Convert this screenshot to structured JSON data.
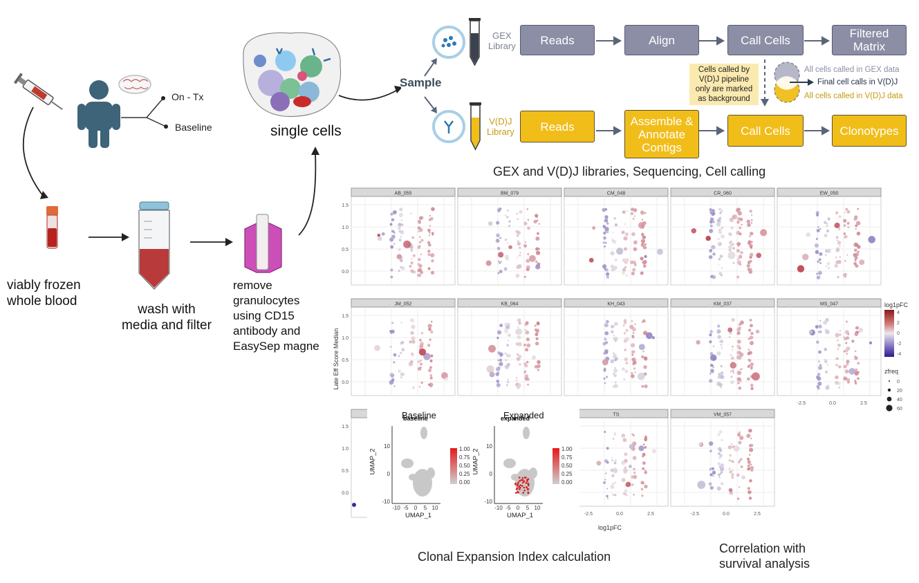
{
  "left_workflow": {
    "on_tx_label": "On - Tx",
    "baseline_label": "Baseline",
    "frozen_blood_label": [
      "viably frozen",
      "whole blood"
    ],
    "wash_label": [
      "wash with",
      "media and filter"
    ],
    "granulocyte_label": [
      "remove",
      "granulocytes",
      "using CD15",
      "antibody and",
      "EasySep magne"
    ],
    "single_cells_label": "single cells",
    "sample_label": "Sample"
  },
  "pipeline": {
    "gex_library_label": [
      "GEX",
      "Library"
    ],
    "vdj_library_label": [
      "V(D)J",
      "Library"
    ],
    "gex_steps": [
      "Reads",
      "Align",
      "Call Cells",
      "Filtered Matrix"
    ],
    "vdj_steps": [
      "Reads",
      "Assemble & Annotate Contigs",
      "Call Cells",
      "Clonotypes"
    ],
    "background_note": [
      "Cells called by",
      "V(D)J pipeline",
      "only are marked",
      "as background"
    ],
    "venn_labels": {
      "gex": "All cells called in GEX data",
      "final": "Final cell calls in V(D)J",
      "vdj": "All cells called in V(D)J data"
    },
    "colors": {
      "gex": "#8c8ea6",
      "vdj": "#f1bd18",
      "note_bg": "#fbeab0"
    },
    "caption": "GEX and V(D)J libraries, Sequencing, Cell calling"
  },
  "facet_plot": {
    "panels_row1": [
      "AB_055",
      "BM_079",
      "CM_048",
      "CR_060",
      "EW_050"
    ],
    "panels_row2": [
      "JM_052",
      "KB_064",
      "KH_043",
      "KM_037",
      "MS_047"
    ],
    "panels_row3": [
      "TS",
      "VM_057"
    ],
    "y_ticks": [
      "1.5",
      "1.0",
      "0.5",
      "0.0"
    ],
    "x_ticks": [
      "-2.5",
      "0.0",
      "2.5"
    ],
    "y_axis_label": "Late Eff Score Median",
    "x_axis_label": "log1pFC",
    "color_legend_title": "log1pFC",
    "color_legend_ticks": [
      "4",
      "2",
      "0",
      "-2",
      "-4"
    ],
    "size_legend_title": "zfreq",
    "size_legend_ticks": [
      "0",
      "20",
      "40",
      "60"
    ],
    "colors": {
      "high": "#b2182b",
      "mid": "#e8e2e6",
      "low": "#3f2a9c"
    }
  },
  "umap_inset": {
    "baseline_title": "Baseline",
    "baseline_subtitle": "baseline",
    "expanded_title": "Expanded",
    "expanded_subtitle": "expanded",
    "x_label": "UMAP_1",
    "y_label": "UMAP_2",
    "x_ticks": [
      "-10",
      "-5",
      "0",
      "5",
      "10"
    ],
    "y_ticks": [
      "10",
      "0",
      "-10"
    ],
    "legend_ticks": [
      "1.00",
      "0.75",
      "0.50",
      "0.25",
      "0.00"
    ]
  },
  "captions": {
    "clonal": "Clonal Expansion Index calculation",
    "survival": [
      "Correlation with",
      "survival analysis"
    ]
  }
}
